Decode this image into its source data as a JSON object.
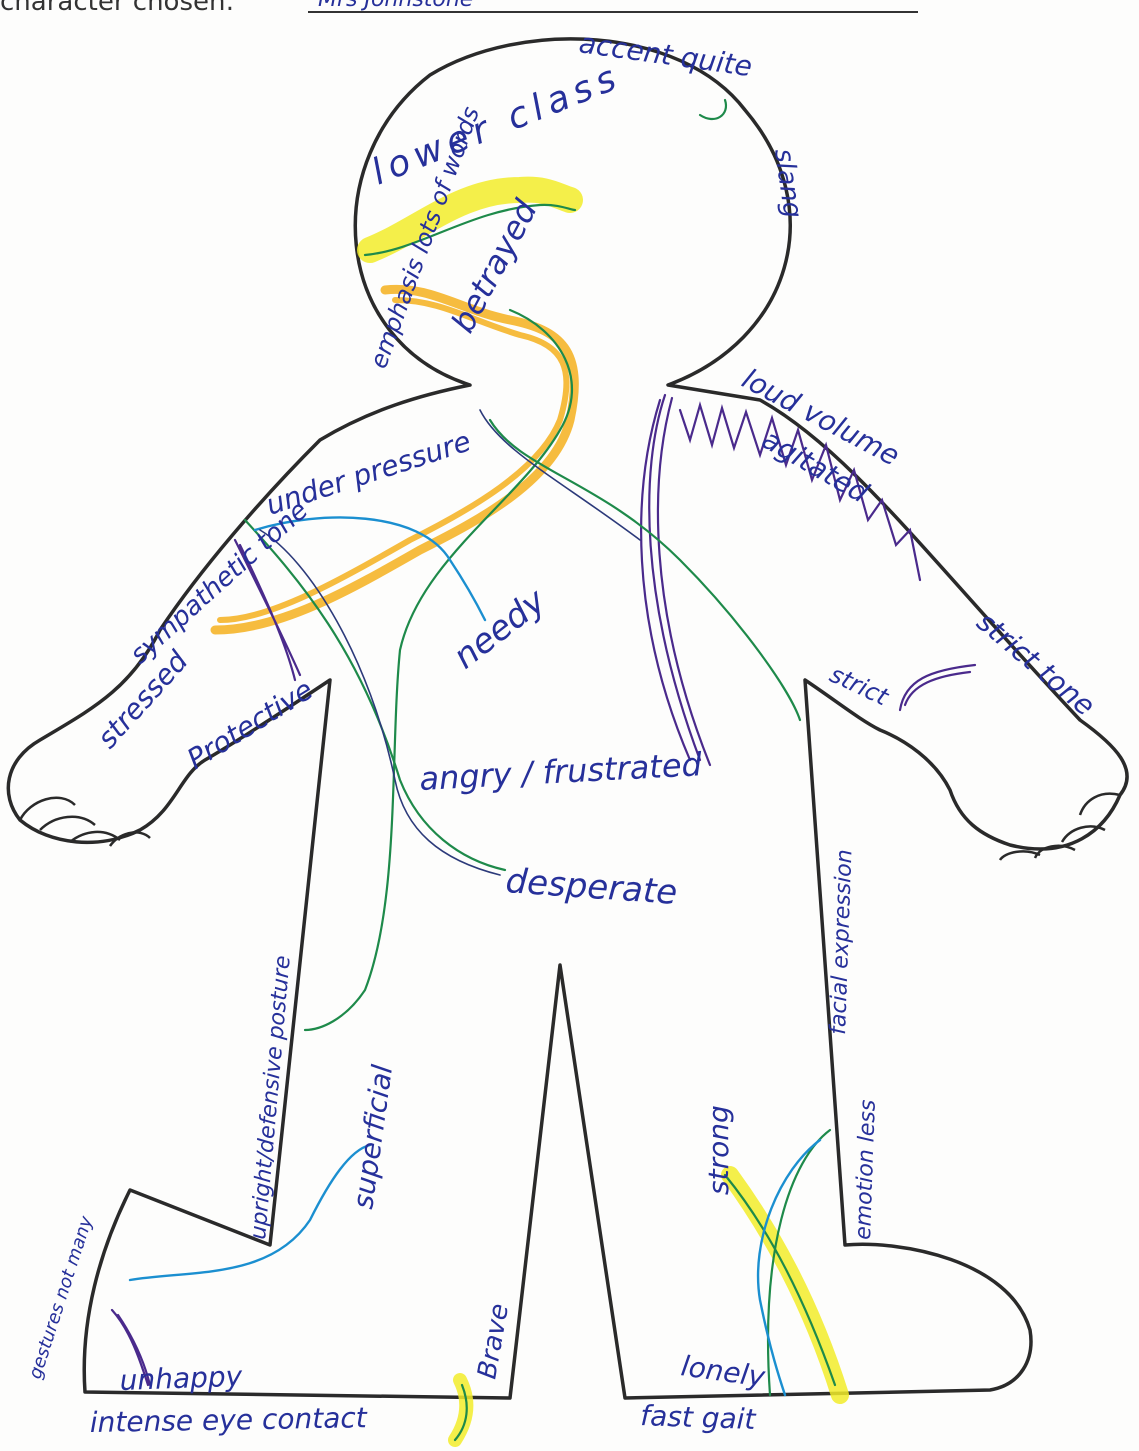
{
  "header": {
    "prefix": "character chosen:",
    "value": "Mrs Johnstone"
  },
  "annotations": {
    "accent": "accent quite",
    "lower_class": "lower class",
    "emphasis": "emphasis lots of words",
    "slang": "slang",
    "betrayed": "betrayed",
    "under_pressure": "under pressure",
    "sympathetic_tone": "sympathetic tone",
    "loud_volume": "loud volume",
    "agitated": "agitated",
    "stressed": "stressed",
    "needy": "needy",
    "protective": "Protective",
    "strict_tone": "strict tone",
    "strict": "strict",
    "angry": "angry / frustrated",
    "desperate": "desperate",
    "facial_expression": "facial expression",
    "posture": "upright/defensive posture",
    "superficial": "superficial",
    "strong": "strong",
    "emotionless": "emotion less",
    "gestures": "gestures not many",
    "unhappy": "unhappy",
    "eye_contact": "intense eye contact",
    "brave": "Brave",
    "lonely": "lonely",
    "fast_gait": "fast gait"
  },
  "colors": {
    "outline": "#2a2a2a",
    "ink": "#26309a",
    "yellow": "#f2ec2a",
    "orange": "#f5b52a",
    "green": "#1e8a4a",
    "blue": "#1b8fd0",
    "purple": "#4a2a8c"
  }
}
